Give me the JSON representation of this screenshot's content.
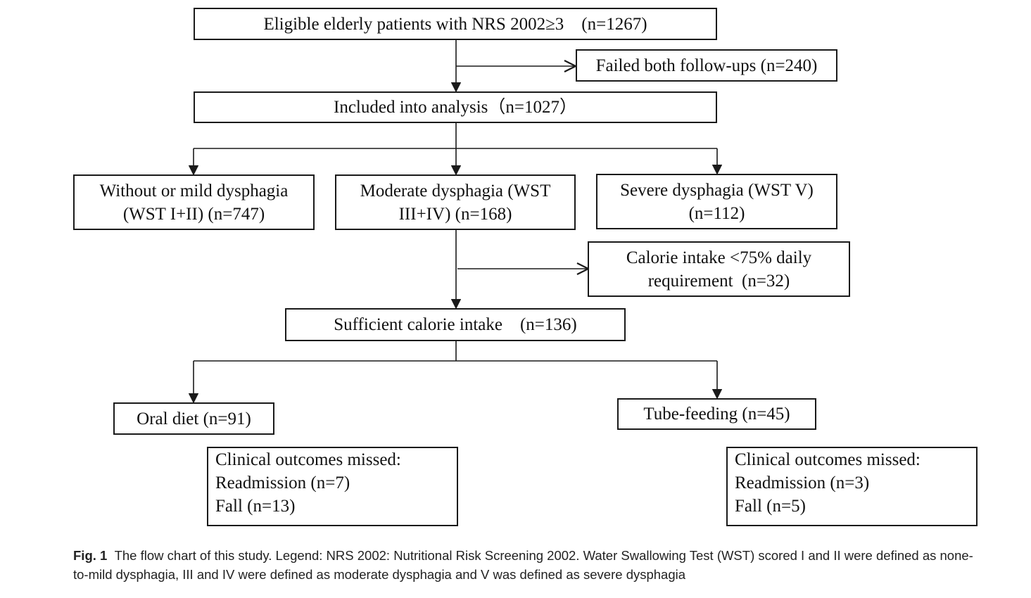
{
  "nodes": {
    "eligible": {
      "lines": [
        "Eligible elderly patients with NRS 2002≥3　(n=1267)"
      ]
    },
    "failed": {
      "lines": [
        "Failed both follow-ups (n=240)"
      ]
    },
    "included": {
      "lines": [
        "Included into analysis（n=1027）"
      ]
    },
    "mild": {
      "lines": [
        "Without or mild dysphagia",
        "(WST I+II) (n=747)"
      ]
    },
    "moderate": {
      "lines": [
        "Moderate dysphagia (WST",
        "III+IV) (n=168)"
      ]
    },
    "severe": {
      "lines": [
        "Severe dysphagia (WST V)",
        "(n=112)"
      ]
    },
    "calorie_low": {
      "lines": [
        "Calorie intake <75% daily",
        "requirement  (n=32)"
      ]
    },
    "sufficient": {
      "lines": [
        "Sufficient calorie intake    (n=136)"
      ]
    },
    "oral": {
      "lines": [
        "Oral diet (n=91)"
      ]
    },
    "tube": {
      "lines": [
        "Tube-feeding (n=45)"
      ]
    },
    "missed_oral": {
      "lines": [
        "Clinical outcomes missed:",
        "Readmission (n=7)",
        "Fall (n=13)"
      ]
    },
    "missed_tube": {
      "lines": [
        "Clinical outcomes missed:",
        "Readmission (n=3)",
        "Fall (n=5)"
      ]
    }
  },
  "caption": {
    "label": "Fig. 1",
    "text": "The flow chart of this study. Legend: NRS 2002: Nutritional Risk Screening 2002. Water Swallowing Test (WST) scored I and II were defined as none-to-mild dysphagia, III and IV were defined as moderate dysphagia and V was defined as severe dysphagia"
  },
  "colors": {
    "stroke": "#1a1a1a",
    "text": "#111111"
  }
}
